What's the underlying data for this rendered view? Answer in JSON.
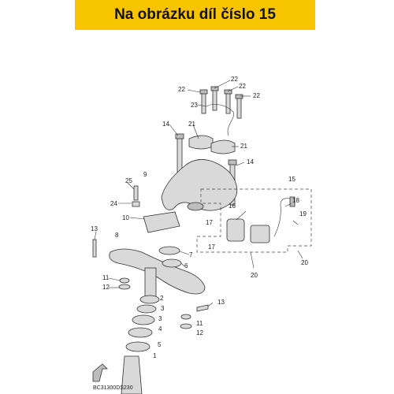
{
  "banner": {
    "text": "Na obrázku díl číslo 15",
    "color": "#f6c400"
  },
  "diagram_code": "BC31300DS230",
  "labels": {
    "l22a": "22",
    "l22b": "22",
    "l22c": "22",
    "l22d": "22",
    "l23": "23",
    "l14a": "14",
    "l21a": "21",
    "l21b": "21",
    "l14b": "14",
    "l9": "9",
    "l25": "25",
    "l24": "24",
    "l10": "10",
    "l15": "15",
    "l16": "16",
    "l18": "18",
    "l19": "19",
    "l17a": "17",
    "l17b": "17",
    "l13a": "13",
    "l8": "8",
    "l7": "7",
    "l6": "6",
    "l11a": "11",
    "l12a": "12",
    "l20a": "20",
    "l20b": "20",
    "l2": "2",
    "l3a": "3",
    "l3b": "3",
    "l4": "4",
    "l13b": "13",
    "l11b": "11",
    "l12b": "12",
    "l5": "5",
    "l1": "1"
  }
}
